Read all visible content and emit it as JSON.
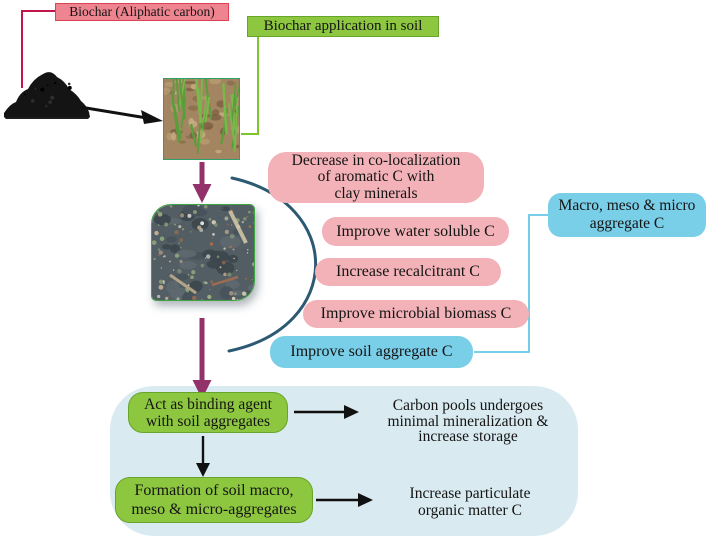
{
  "figure": {
    "labels": {
      "biochar": "Biochar (Aliphatic carbon)",
      "application": "Biochar application in soil"
    },
    "effects": {
      "decrease": [
        "Decrease in co-localization",
        "of aromatic C with",
        "clay minerals"
      ],
      "water_soluble": "Improve water soluble C",
      "recalcitrant": "Increase recalcitrant C",
      "microbial": "Improve microbial biomass C",
      "soil_aggregate": "Improve soil aggregate C",
      "macro_aggregate": [
        "Macro, meso & micro",
        "aggregate C"
      ]
    },
    "bottom_panel": {
      "binding_agent": [
        "Act as binding agent",
        "with soil aggregates"
      ],
      "carbon_pools": [
        "Carbon pools undergoes",
        "minimal mineralization &",
        "increase storage"
      ],
      "formation": [
        "Formation of soil macro,",
        "meso & micro-aggregates"
      ],
      "particulate": [
        "Increase particulate",
        "organic matter C"
      ]
    },
    "colors": {
      "pink_label": "#ee8490",
      "pink_label_border": "#d84356",
      "pink_soft": "#f2b2b8",
      "green": "#8dc63f",
      "green_border": "#67a42a",
      "blue": "#79cee8",
      "panel": "#d9ebf1",
      "purple_arrow": "#93316a",
      "curve": "#2d5a73",
      "crimson_line": "#c2164b",
      "green_line": "#7dc52f",
      "blue_line": "#66c7e6",
      "ink": "#141414"
    }
  }
}
